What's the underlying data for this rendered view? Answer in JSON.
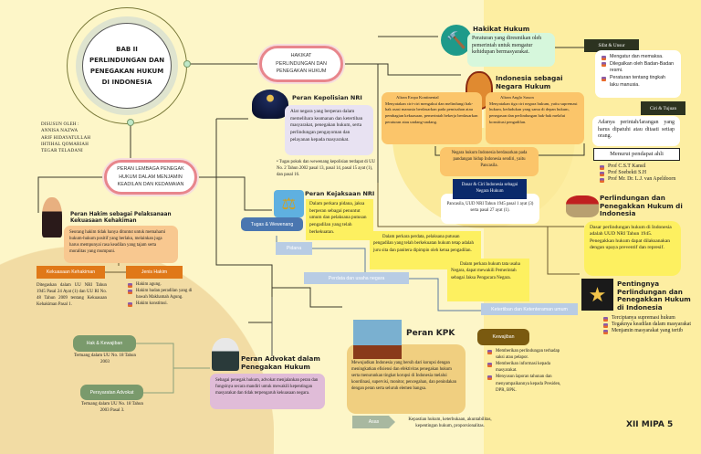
{
  "main_title": [
    "BAB II",
    "PERLINDUNGAN DAN",
    "PENEGAKAN HUKUM",
    "DI INDONESIA"
  ],
  "authors": {
    "label": "DISUSUN OLEH :",
    "names": [
      "ANNISA NAZWA",
      "ARIF HIDAYATULLAH",
      "IHTIHAL QOMARIAH",
      "TEGAR TELADANI"
    ]
  },
  "hakikat_node": "HAKIKAT PERLINDUNGAN DAN PENEGAKAN HUKUM",
  "peran_node": "PERAN LEMBAGA PENEGAK HUKUM DALAM MENJAMIN KEADILAN DAN KEDAMAIAN",
  "kepolisian": {
    "title": "Peran Kepolisian NRI",
    "text": "Alat negara yang berperan dalam memelihara keamanan dan ketertiban masyarakat, penegakan hukum, serta perlindungan pengayoman dan pelayanan kepada masyarakat.",
    "note": "Tugas pokok dan wewenang kepolisian terdapat di UU No. 2 Tahun 2002 pasal 13, pasal 14, pasal 15 ayat (1), dan pasal 16."
  },
  "kejaksaan": {
    "title": "Peran Kejaksaan NRI",
    "text": "Dalam perkara pidana, jaksa berperan sebagai penuntut umum dan pelaksana putusan pengadilan yang telah berkekuatan.",
    "tugas": "Tugas & Wewenang",
    "pidana": "Pidana",
    "perdata_label": "Perdata dan usaha negara",
    "perdata_text": "Dalam perkara perdata, pelaksana putusan pengadilan yang telah berkekuatan hukum tetap adalah juru sita dan panitera dipimpin oleh ketua pengadilan.",
    "tun_text": "Dalam perkara hukum tata usaha Negara, dapat mewakili Pemerintah sebagai Jaksa Pengacara Negara.",
    "ketertiban": "Ketertiban dan Ketenteraman umum"
  },
  "hakikat_hukum": {
    "title": "Hakikat Hukum",
    "text": "Peraturan yang diresmikan oleh pemerintah untuk mengatur kehidupan bermasyarakat.",
    "sifat_label": "Sifat & Unsur",
    "sifat": [
      "Mengatur dan memaksa.",
      "Dilegalkan oleh Badan-Badan resmi.",
      "Peraturan tentang tingkah laku manusia."
    ],
    "ciri_label": "Ciri & Tujuan",
    "ciri_text": "Adanya perintah/larangan yang harus dipatuhi atau ditaati setiap orang.",
    "ahli_label": "Menurut pendapat ahli",
    "ahli": [
      "Prof C.S.T Kansil",
      "Prof Soebekti S.H",
      "Prof Mr. Dr. L.J. van Apeldoorn"
    ]
  },
  "negara_hukum": {
    "title": "Indonesia sebagai Negara Hukum",
    "eropa_title": "Aliran Eropa Kontinental",
    "eropa": "Menyatakan ciri-ciri mengakui dan melindungi hak-hak asasi manusia berdasarkan pada pemisahan atau pembagian kekuasaan, pemerintah bekerja berdasarkan peraturan atau undang-undang.",
    "anglo_title": "Aliran Anglo Saxon",
    "anglo": "Menyatakan tiga ciri negara hukum, yaitu supremasi hukum, kedudukan yang sama di depan hukum, penegasan dan perlindungan hak-hak melalui konstitusi pengadilan.",
    "pancasila_text": "Negara hukum Indonesia berdasarkan pada pandangan hidup Indonesia sendiri, yaitu Pancasila.",
    "dasar_label": "Dasar & Ciri Indonesia sebagai Negara Hukum",
    "dasar_text": "Pancasila, UUD NRI Tahun 1945 pasal 1 ayat (3) serta pasal 27 ayat (1)."
  },
  "perlindungan": {
    "title": "Perlindungan dan Penegakkan Hukum di Indonesia",
    "text": "Dasar perlindungan hukum di Indonesia adalah UUD NRI Tahun 1945. Penegakkan hukum dapat dilaksanakan dengan upaya preventif dan represif."
  },
  "pentingnya": {
    "title": "Pentingnya Perlindungan dan Penegakkan Hukum di Indonesia",
    "items": [
      "Terciptanya supremasi hukum",
      "Tegaknya keadilan dalam masyarakat",
      "Menjamin masyarakat yang tertib"
    ]
  },
  "kpk": {
    "title": "Peran KPK",
    "text": "Mewujudkan Indonesia yang bersih dari korupsi dengan meningkatkan efisiensi dan efektivitas penegakan hukum serta menurunkan tingkat korupsi di Indonesia melalui koordinasi, supervisi, monitor, pencegahan, dan penindakan dengan peran serta seluruh elemen bangsa.",
    "asas_label": "Asas",
    "asas": "Kepastian hukum, keterbukaan, akuntabilitas, kepentingan hukum, proporsionalitas.",
    "kewajiban_label": "Kewajiban",
    "kewajiban": [
      "Memberikan perlindungan terhadap saksi atau pelapor.",
      "Memberikan informasi kepada masyarakat.",
      "Menyusun laporan tahunan dan menyampaikannya kepada Presiden, DPR, BPK."
    ]
  },
  "advokat": {
    "title": "Peran Advokat dalam Penegakan Hukum",
    "text": "Sebagai penegak hukum, advokat menjalankan peran dan fungsinya secara mandiri untuk mewakili kepentingan masyarakat dan tidak terpengaruh kekuasaan negara.",
    "hak_label": "Hak & Kewajiban",
    "hak_text": "Tertuang dalam UU No. 18 Tahun 2003",
    "syarat_label": "Persyaratan Advokat",
    "syarat_text": "Tertuang dalam UU No. 18 Tahun 2003 Pasal 3."
  },
  "hakim": {
    "title": "Peran Hakim sebagai Pelaksanaan Kekuasaan Kehakiman",
    "text": "Seorang hakim tidak hanya dituntut untuk memahami hukum-hukum positif yang berlaku, melainkan juga harus mempunyai rasa keadilan yang tajam serta moralitas yang mumpuni.",
    "kekuasaan_label": "Kekuasaan Kehakiman",
    "kekuasaan_text": "Ditegaskan dalam UU NRI Tahun 1945 Pasal 24 Ayat (1) dan UU RI No. 48 Tahun 2009 tentang Kekuasaan Kehakiman Pasal 1.",
    "jenis_label": "Jenis Hakim",
    "jenis": [
      "Hakim agung.",
      "Hakim badan peradilan yang di bawah Makhamah Agung.",
      "Hakim konstitusi."
    ]
  },
  "class_label": "XII MIPA 5"
}
